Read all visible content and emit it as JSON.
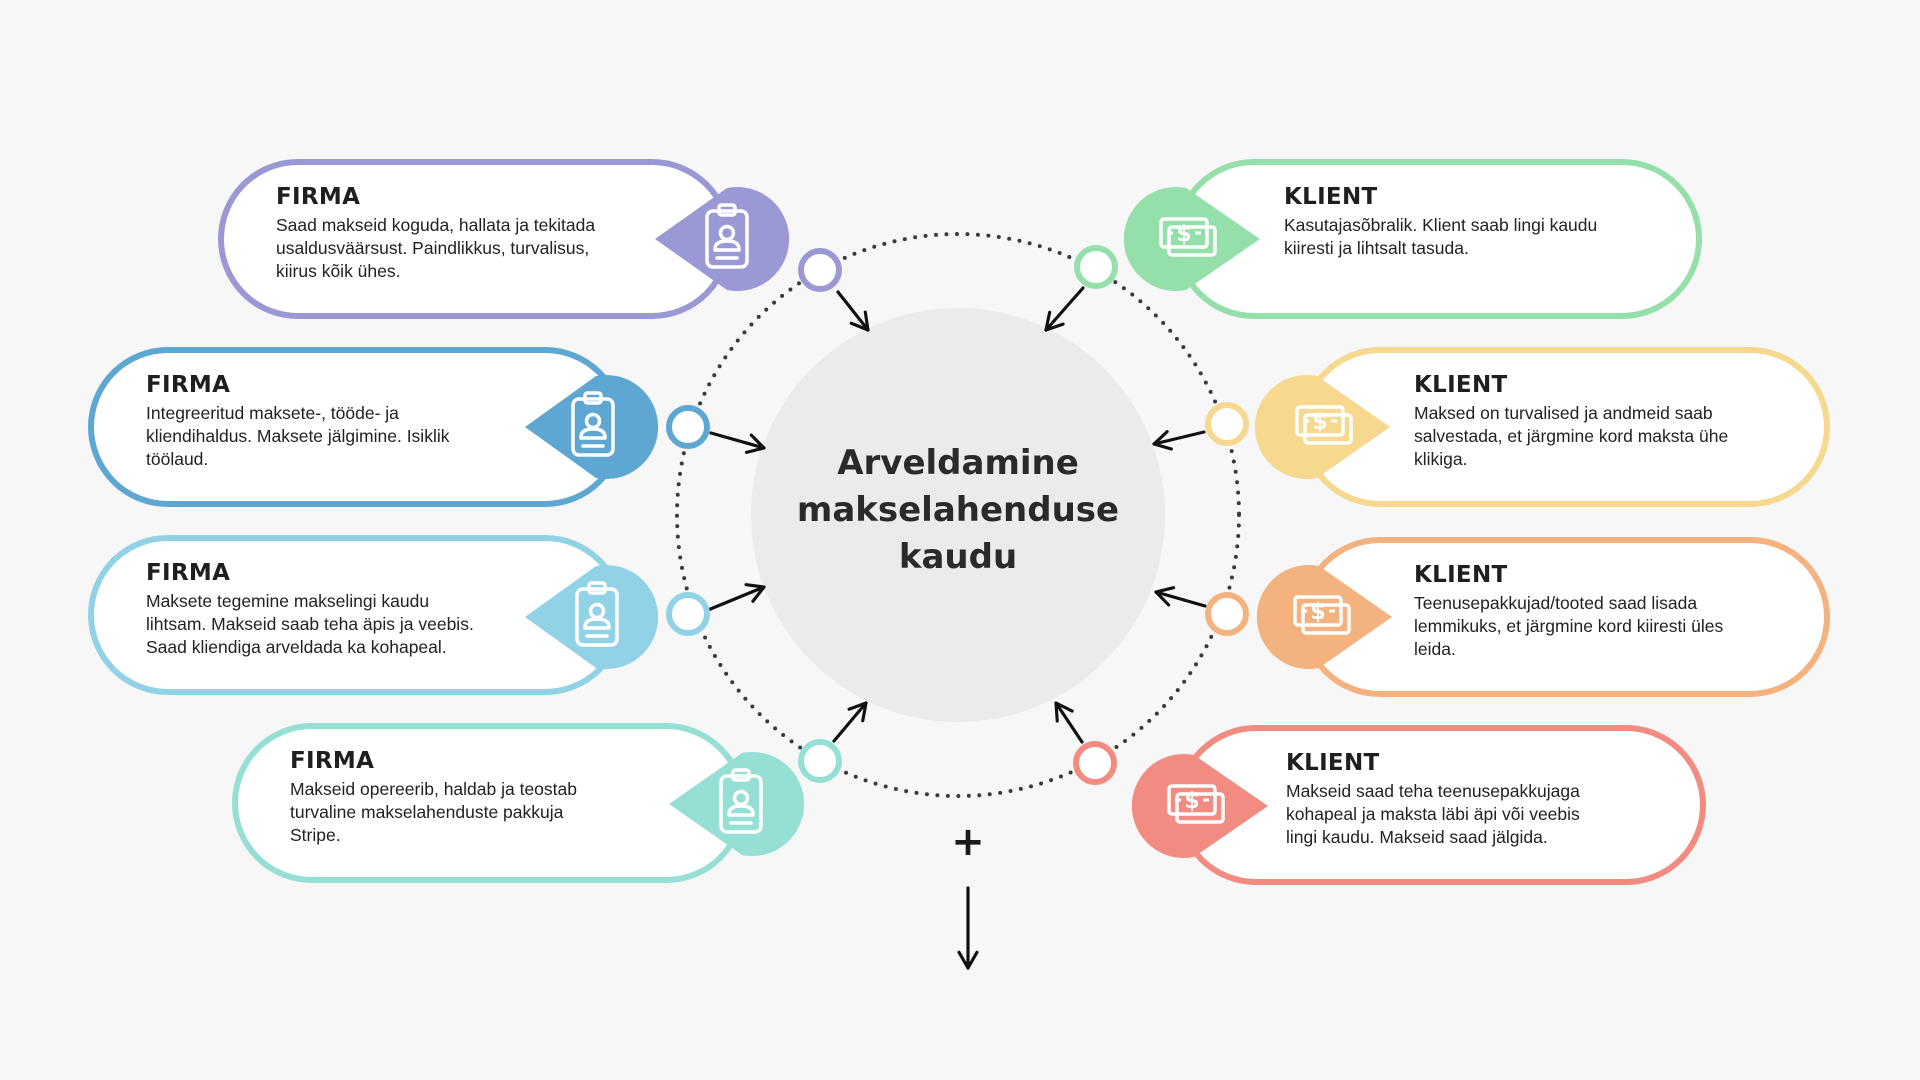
{
  "center": {
    "title_lines": [
      "Arveldamine",
      "makselahenduse",
      "kaudu"
    ],
    "plus_symbol": "+"
  },
  "left_cards": [
    {
      "title": "FIRMA",
      "desc_lines": [
        "Saad makseid koguda, hallata ja tekitada",
        "usaldusväärsust. Paindlikkus, turvalisus,",
        "kiirus kõik ühes."
      ],
      "color": "#9b98d6",
      "icon": "id-badge-icon"
    },
    {
      "title": "FIRMA",
      "desc_lines": [
        "Integreeritud maksete-, tööde- ja",
        "kliendihaldus.  Maksete jälgimine. Isiklik",
        "töölaud."
      ],
      "color": "#5fa7d3",
      "icon": "id-badge-icon"
    },
    {
      "title": "FIRMA",
      "desc_lines": [
        "Maksete tegemine makselingi kaudu",
        "lihtsam. Makseid saab teha äpis ja veebis.",
        "Saad kliendiga arveldada ka kohapeal."
      ],
      "color": "#92d2e7",
      "icon": "id-badge-icon"
    },
    {
      "title": "FIRMA",
      "desc_lines": [
        "Makseid opereerib, haldab ja teostab",
        "turvaline makselahenduste pakkuja",
        "Stripe."
      ],
      "color": "#96dfd5",
      "icon": "id-badge-icon"
    }
  ],
  "right_cards": [
    {
      "title": "KLIENT",
      "desc_lines": [
        "Kasutajasõbralik. Klient saab lingi kaudu",
        "kiiresti ja lihtsalt tasuda."
      ],
      "color": "#95e0aa",
      "icon": "money-bills-icon"
    },
    {
      "title": "KLIENT",
      "desc_lines": [
        "Maksed on turvalised ja andmeid saab",
        "salvestada, et järgmine kord maksta ühe",
        "klikiga."
      ],
      "color": "#f6d88e",
      "icon": "money-bills-icon"
    },
    {
      "title": "KLIENT",
      "desc_lines": [
        "Teenusepakkujad/tooted saad lisada",
        "lemmikuks, et järgmine kord kiiresti üles",
        "leida."
      ],
      "color": "#f4b27f",
      "icon": "money-bills-icon"
    },
    {
      "title": "KLIENT",
      "desc_lines": [
        "Makseid saad teha teenusepakkujaga",
        "kohapeal ja maksta läbi äpi või veebis",
        "lingi kaudu. Makseid saad jälgida."
      ],
      "color": "#f28b80",
      "icon": "money-bills-icon"
    }
  ],
  "colors": {
    "background": "#f7f7f7",
    "center_circle": "#ebebeb",
    "dotted_ring": "#3a3a3a",
    "arrows": "#111111"
  }
}
